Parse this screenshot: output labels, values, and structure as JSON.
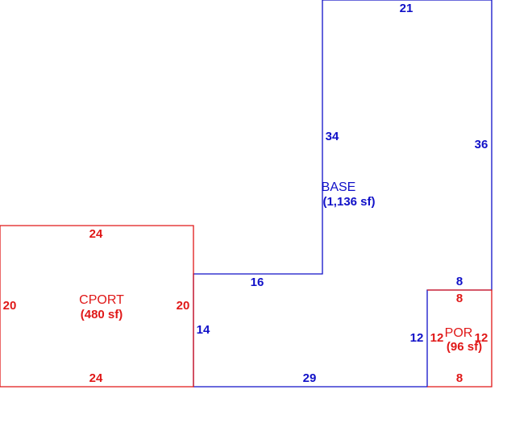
{
  "colors": {
    "base": "#1010c8",
    "cport": "#e01818",
    "por": "#e01818"
  },
  "areas": {
    "base": {
      "name": "BASE",
      "size": "(1,136 sf)"
    },
    "cport": {
      "name": "CPORT",
      "size": "(480 sf)"
    },
    "por": {
      "name": "POR",
      "size": "(96 sf)"
    }
  },
  "dimensions": {
    "base_top": "21",
    "base_left_upper": "34",
    "base_right": "36",
    "base_step": "16",
    "base_notch": "8",
    "base_left_lower": "14",
    "base_bottom": "29",
    "base_notch_side": "12",
    "cport_top": "24",
    "cport_left": "20",
    "cport_right": "20",
    "cport_bottom": "24",
    "por_top": "8",
    "por_left": "12",
    "por_right": "12",
    "por_bottom": "8"
  }
}
